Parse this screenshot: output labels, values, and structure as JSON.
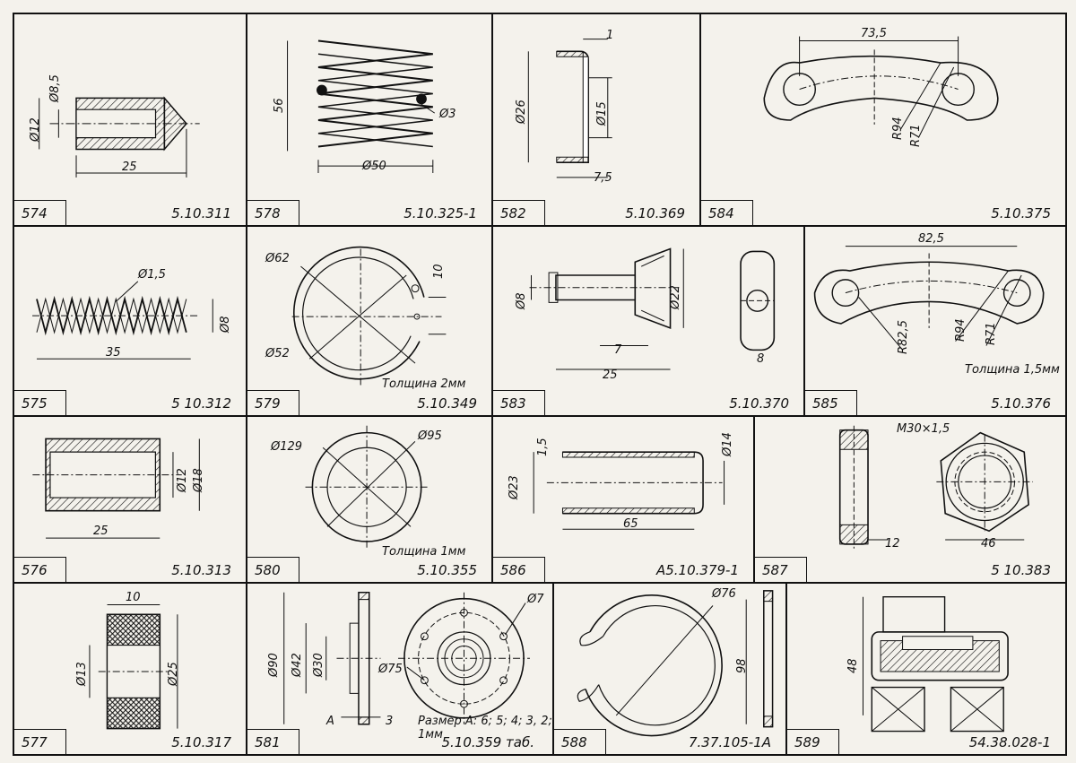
{
  "sheet": {
    "parts": [
      {
        "id": "574",
        "code": "5.10.311",
        "dims": [
          "Ø8,5",
          "Ø12",
          "25"
        ]
      },
      {
        "id": "578",
        "code": "5.10.325-1",
        "dims": [
          "56",
          "Ø50",
          "Ø3"
        ]
      },
      {
        "id": "582",
        "code": "5.10.369",
        "dims": [
          "1",
          "Ø26",
          "Ø15",
          "7,5"
        ]
      },
      {
        "id": "584",
        "code": "5.10.375",
        "dims": [
          "73,5",
          "R94",
          "R71"
        ]
      },
      {
        "id": "575",
        "code": "5 10.312",
        "dims": [
          "Ø1,5",
          "Ø8",
          "35"
        ]
      },
      {
        "id": "579",
        "code": "5.10.349",
        "dims": [
          "Ø62",
          "10",
          "Ø52"
        ],
        "note": "Толщина 2мм"
      },
      {
        "id": "583",
        "code": "5.10.370",
        "dims": [
          "Ø8",
          "Ø22",
          "7",
          "25",
          "8"
        ]
      },
      {
        "id": "585",
        "code": "5.10.376",
        "dims": [
          "82,5",
          "R82,5",
          "R94",
          "R71"
        ],
        "note": "Толщина 1,5мм"
      },
      {
        "id": "576",
        "code": "5.10.313",
        "dims": [
          "Ø12",
          "Ø18",
          "25"
        ]
      },
      {
        "id": "580",
        "code": "5.10.355",
        "dims": [
          "Ø129",
          "Ø95"
        ],
        "note": "Толщина 1мм"
      },
      {
        "id": "586",
        "code": "А5.10.379-1",
        "dims": [
          "1,5",
          "Ø23",
          "Ø14",
          "65"
        ]
      },
      {
        "id": "587",
        "code": "5 10.383",
        "dims": [
          "M30×1,5",
          "12",
          "46"
        ]
      },
      {
        "id": "577",
        "code": "5.10.317",
        "dims": [
          "10",
          "Ø13",
          "Ø25"
        ]
      },
      {
        "id": "581",
        "code": "5.10.359 таб.",
        "dims": [
          "Ø90",
          "Ø42",
          "Ø30",
          "Ø75",
          "Ø7",
          "A",
          "3"
        ],
        "note": "Размер А: 6; 5; 4; 3, 2; 1мм"
      },
      {
        "id": "588",
        "code": "7.37.105-1А",
        "dims": [
          "Ø76",
          "98"
        ]
      },
      {
        "id": "589",
        "code": "54.38.028-1",
        "dims": [
          "48"
        ]
      }
    ]
  }
}
